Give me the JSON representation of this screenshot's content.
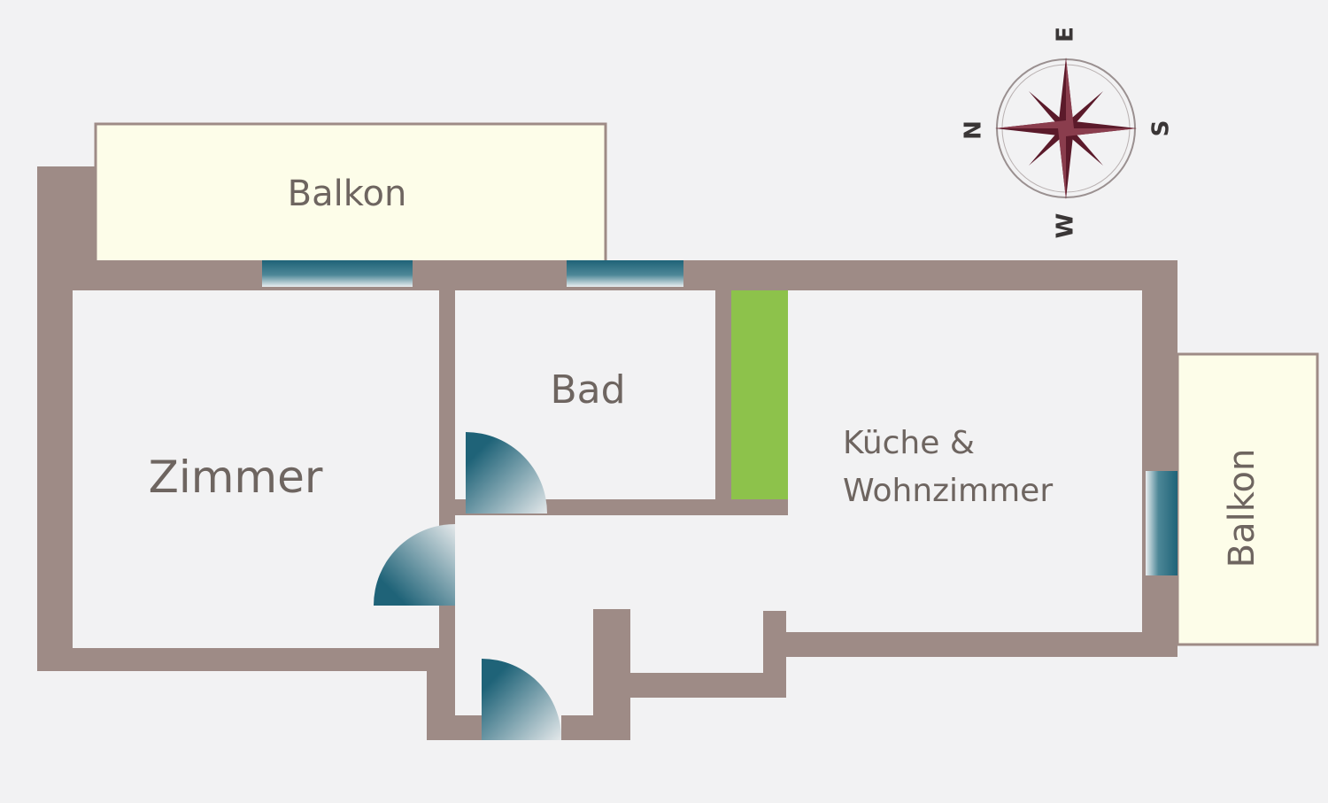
{
  "floor_plan": {
    "rooms": {
      "balcony_top": "Balkon",
      "room": "Zimmer",
      "bath": "Bad",
      "kitchen_line1": "Küche &",
      "kitchen_line2": "Wohnzimmer",
      "balcony_right": "Balkon"
    },
    "compass": {
      "north": "N",
      "east": "E",
      "south": "S",
      "west": "W"
    }
  },
  "colors": {
    "background": "#f2f2f3",
    "wall": "#9e8b86",
    "balcony_fill": "#fdfde9",
    "window": "#1f6378",
    "door": "#1f6378",
    "kitchen_counter": "#8dc24b",
    "compass_star": "#5b1a2a",
    "text": "#6e6560"
  }
}
